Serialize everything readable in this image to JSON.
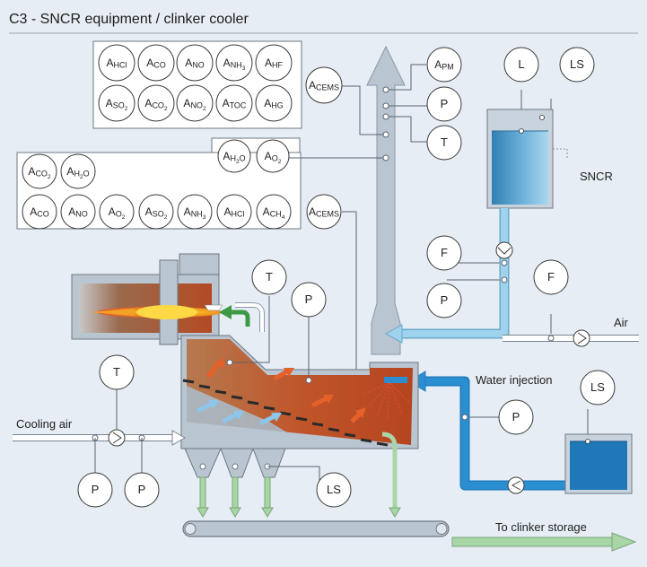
{
  "title": "C3 - SNCR equipment / clinker cooler",
  "labels": {
    "sncr": "SNCR",
    "air": "Air",
    "water_injection": "Water injection",
    "cooling_air": "Cooling air",
    "to_clinker_storage": "To clinker storage"
  },
  "instruments": {
    "top_analyzers": [
      {
        "m": "A",
        "s": "HCl"
      },
      {
        "m": "A",
        "s": "CO"
      },
      {
        "m": "A",
        "s": "NO"
      },
      {
        "m": "A",
        "s": "NH3"
      },
      {
        "m": "A",
        "s": "HF"
      },
      {
        "m": "A",
        "s": "SO2"
      },
      {
        "m": "A",
        "s": "CO2"
      },
      {
        "m": "A",
        "s": "NO2"
      },
      {
        "m": "A",
        "s": "TOC"
      },
      {
        "m": "A",
        "s": "HG"
      }
    ],
    "top_cems": {
      "m": "A",
      "s": "CEMS"
    },
    "stack_instruments": [
      {
        "m": "A",
        "s": "PM"
      },
      {
        "m": "P",
        "s": ""
      },
      {
        "m": "T",
        "s": ""
      }
    ],
    "mid_analyzers": [
      {
        "m": "A",
        "s": "H2O"
      },
      {
        "m": "A",
        "s": "O2"
      }
    ],
    "kiln_analyzers_top": [
      {
        "m": "A",
        "s": "CO2"
      },
      {
        "m": "A",
        "s": "H2O"
      }
    ],
    "kiln_analyzers_bottom": [
      {
        "m": "A",
        "s": "CO"
      },
      {
        "m": "A",
        "s": "NO"
      },
      {
        "m": "A",
        "s": "O2"
      },
      {
        "m": "A",
        "s": "SO2"
      },
      {
        "m": "A",
        "s": "NH3"
      },
      {
        "m": "A",
        "s": "HCl"
      },
      {
        "m": "A",
        "s": "CH4"
      }
    ],
    "kiln_cems": {
      "m": "A",
      "s": "CEMS"
    },
    "tank_l": {
      "m": "L",
      "s": ""
    },
    "tank_ls": {
      "m": "LS",
      "s": ""
    },
    "flow_f1": {
      "m": "F",
      "s": ""
    },
    "flow_f2": {
      "m": "F",
      "s": ""
    },
    "pressure_sncr": {
      "m": "P",
      "s": ""
    },
    "kiln_t": {
      "m": "T",
      "s": ""
    },
    "kiln_p": {
      "m": "P",
      "s": ""
    },
    "cooling_t": {
      "m": "T",
      "s": ""
    },
    "cooling_p1": {
      "m": "P",
      "s": ""
    },
    "cooling_p2": {
      "m": "P",
      "s": ""
    },
    "hopper_ls": {
      "m": "LS",
      "s": ""
    },
    "water_p": {
      "m": "P",
      "s": ""
    },
    "water_ls": {
      "m": "LS",
      "s": ""
    }
  },
  "colors": {
    "background": "#e6edf4",
    "equipment": "#b9c5d1",
    "sncr_line": "#8fc9e6",
    "water_line": "#2b8ed1",
    "clinker_green": "#a9d6a7",
    "air_white": "#ffffff",
    "hot_zone": "#b0542a",
    "flame": "#f7b21b",
    "arrow_orange": "#e6602a",
    "arrow_blue": "#8ec5e8"
  }
}
